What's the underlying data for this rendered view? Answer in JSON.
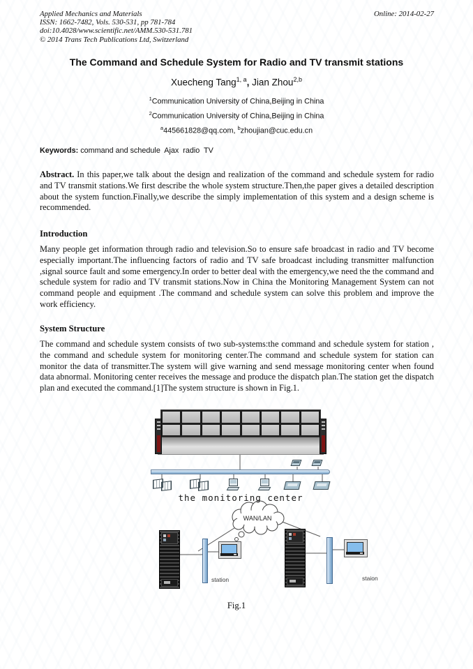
{
  "header": {
    "journal": "Applied Mechanics and Materials",
    "issn": "ISSN: 1662-7482, Vols. 530-531, pp 781-784",
    "doi": "doi:10.4028/www.scientific.net/AMM.530-531.781",
    "copyright": "© 2014 Trans Tech Publications Ltd, Switzerland",
    "online": "Online: 2014-02-27"
  },
  "title": "The Command and Schedule System for Radio and TV transmit stations",
  "authors": {
    "author1": "Xuecheng Tang",
    "author1_sup": "1, a",
    "separator": ", ",
    "author2": "Jian Zhou",
    "author2_sup": "2,b"
  },
  "affiliations": [
    {
      "sup": "1",
      "text": "Communication University of China,Beijing in China"
    },
    {
      "sup": "2",
      "text": "Communication University of China,Beijing in China"
    }
  ],
  "emails": {
    "sup_a": "a",
    "addr_a": "445661828@qq.com, ",
    "sup_b": "b",
    "addr_b": "zhoujian@cuc.edu.cn"
  },
  "keywords": {
    "label": "Keywords:",
    "text": " command and schedule  Ajax  radio  TV"
  },
  "abstract": {
    "label": "Abstract.",
    "text": " In this paper,we talk about the design and realization of the command and schedule system for radio and TV transmit stations.We first describe the whole system structure.Then,the paper gives a detailed description about the system function.Finally,we describe the simply implementation of this system and a design scheme is recommended."
  },
  "sections": [
    {
      "heading": "Introduction",
      "body": "Many people get information through radio and television.So to ensure safe broadcast in radio and TV become especially important.The influencing factors of radio and TV safe broadcast including transmitter malfunction ,signal source fault and some emergency.In order to better deal with the emergency,we need the the command and schedule system for radio and TV transmit stations.Now in China the Monitoring Management System can not command people and equipment .The command and schedule system can solve this problem and improve the work efficiency."
    },
    {
      "heading": "System Structure",
      "body": "The command and schedule system consists of two sub-systems:the command and schedule system for station , the command and schedule system for monitoring center.The command and schedule system for station can monitor the data of transmitter.The system will give warning and send message monitoring center when found data abnormal. Monitoring center receives the message and produce the dispatch plan.The station get the dispatch plan and executed the command.[1]The system structure is shown in Fig.1."
    }
  ],
  "figure": {
    "monitoring_center_label": "the monitoring center",
    "cloud_label": "WAN/LAN",
    "station_left_label": "station",
    "station_right_label": "staion",
    "caption": "Fig.1"
  },
  "colors": {
    "bus_blue": "#a9c8e2",
    "hub_blue": "#a9c8e4",
    "screen_blue": "#85bdec",
    "pillar_red": "#7d1414"
  }
}
